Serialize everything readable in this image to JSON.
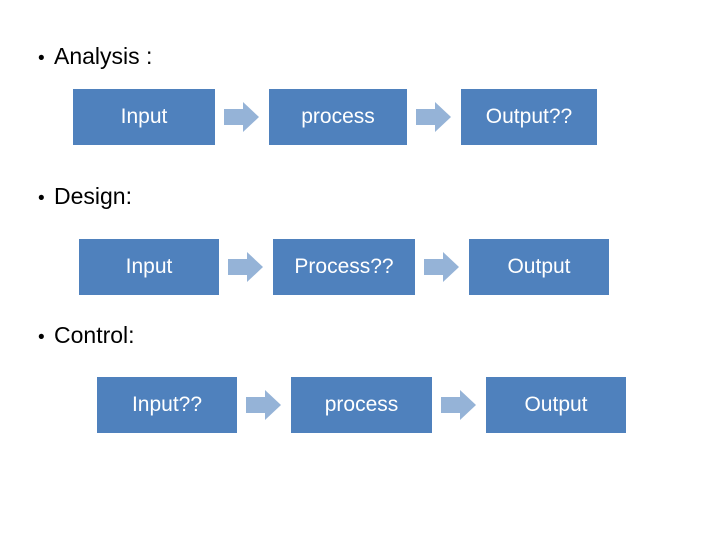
{
  "slide": {
    "background_color": "#ffffff",
    "box_color": "#4f81bd",
    "arrow_color": "#95b3d7",
    "text_color": "#000000",
    "box_text_color": "#ffffff",
    "bullet_char": "•",
    "sections": [
      {
        "heading": "Analysis :",
        "steps": [
          "Input",
          "process",
          "Output??"
        ]
      },
      {
        "heading": "Design:",
        "steps": [
          "Input",
          "Process??",
          "Output"
        ]
      },
      {
        "heading": "Control:",
        "steps": [
          "Input??",
          "process",
          "Output"
        ]
      }
    ]
  }
}
